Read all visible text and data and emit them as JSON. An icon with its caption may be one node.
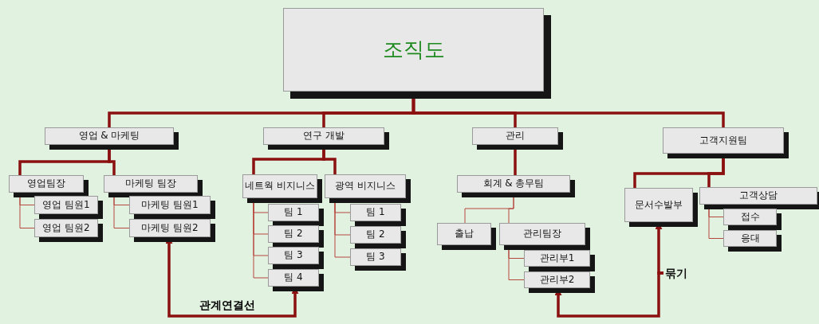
{
  "diagram": {
    "nodes": [
      {
        "text": [
          "조직도"
        ]
      },
      {
        "text": [
          "영업 & 마케팅"
        ]
      },
      {
        "text": [
          "연구 개발"
        ]
      },
      {
        "text": [
          "관리"
        ]
      },
      {
        "text": [
          "고객지원팀"
        ]
      },
      {
        "text": [
          "영업팀장"
        ]
      },
      {
        "text": [
          "마케팅 팀장"
        ]
      },
      {
        "text": [
          "영업 팀원1"
        ]
      },
      {
        "text": [
          "영업 팀원2"
        ]
      },
      {
        "text": [
          "마케팅 팀원1"
        ]
      },
      {
        "text": [
          "마케팅 팀원2"
        ]
      },
      {
        "text": [
          "네트웍 비지니스"
        ]
      },
      {
        "text": [
          "광역 비지니스"
        ]
      },
      {
        "text": [
          "팀 1"
        ]
      },
      {
        "text": [
          "팀 2"
        ]
      },
      {
        "text": [
          "팀 3"
        ]
      },
      {
        "text": [
          "팀 4"
        ]
      },
      {
        "text": [
          "팀 1"
        ]
      },
      {
        "text": [
          "팀 2"
        ]
      },
      {
        "text": [
          "팀 3"
        ]
      },
      {
        "text": [
          "회계 & 총무팀"
        ]
      },
      {
        "text": [
          "문서수발부"
        ]
      },
      {
        "text": [
          "고객상담"
        ]
      },
      {
        "text": [
          "출납"
        ]
      },
      {
        "text": [
          "관리팀장"
        ]
      },
      {
        "text": [
          "관리부1"
        ]
      },
      {
        "text": [
          "관리부2"
        ]
      },
      {
        "text": [
          "접수"
        ]
      },
      {
        "text": [
          "응대"
        ]
      },
      {
        "text": [
          "묶기"
        ]
      }
    ],
    "edges": [
      {
        "from": 0,
        "to": 1,
        "arrow": "none",
        "style": "thick",
        "color": "#8b1010"
      },
      {
        "from": 0,
        "to": 2,
        "arrow": "none",
        "style": "thick",
        "color": "#8b1010"
      },
      {
        "from": 0,
        "to": 3,
        "arrow": "none",
        "style": "thick",
        "color": "#8b1010"
      },
      {
        "from": 0,
        "to": 4,
        "arrow": "none",
        "style": "thick",
        "color": "#8b1010"
      },
      {
        "from": 1,
        "to": 5,
        "arrow": "other",
        "style": "thick",
        "color": "#8b1010"
      },
      {
        "from": 1,
        "to": 6,
        "arrow": "other",
        "style": "thick",
        "color": "#8b1010"
      },
      {
        "from": 2,
        "to": 11,
        "arrow": "other",
        "style": "thick",
        "color": "#8b1010"
      },
      {
        "from": 2,
        "to": 12,
        "arrow": "other",
        "style": "thick",
        "color": "#8b1010"
      },
      {
        "from": 3,
        "to": 20,
        "arrow": "other",
        "style": "thick",
        "color": "#8b1010"
      },
      {
        "from": 4,
        "to": 21,
        "arrow": "other",
        "style": "thick",
        "color": "#8b1010"
      },
      {
        "from": 4,
        "to": 22,
        "arrow": "other",
        "style": "thick",
        "color": "#8b1010"
      },
      {
        "from": 5,
        "to": 7,
        "arrow": "none"
      },
      {
        "from": 5,
        "to": 8,
        "arrow": "none"
      },
      {
        "from": 6,
        "to": 9,
        "arrow": "none"
      },
      {
        "from": 6,
        "to": 10,
        "arrow": "none"
      },
      {
        "from": 11,
        "to": 13,
        "arrow": "none"
      },
      {
        "from": 11,
        "to": 14,
        "arrow": "none"
      },
      {
        "from": 11,
        "to": 15,
        "arrow": "none"
      },
      {
        "from": 11,
        "to": 16,
        "arrow": "none"
      },
      {
        "from": 12,
        "to": 17,
        "arrow": "none"
      },
      {
        "from": 12,
        "to": 18,
        "arrow": "none"
      },
      {
        "from": 12,
        "to": 19,
        "arrow": "none"
      },
      {
        "from": 20,
        "to": 23,
        "arrow": "other"
      },
      {
        "from": 20,
        "to": 24,
        "arrow": "other"
      },
      {
        "from": 24,
        "to": 25,
        "arrow": "none"
      },
      {
        "from": 24,
        "to": 26,
        "arrow": "none"
      },
      {
        "from": 22,
        "to": 27,
        "arrow": "none"
      },
      {
        "from": 22,
        "to": 28,
        "arrow": "none"
      },
      {
        "from": 10,
        "to": 16,
        "arrow": "both",
        "label": "관계연결선",
        "style": "thick",
        "color": "#8b1010"
      },
      {
        "from": 29,
        "to": 21,
        "arrow": "to",
        "style": "thick",
        "color": "#8b1010"
      },
      {
        "from": 29,
        "to": 26,
        "arrow": "to",
        "style": "thick",
        "color": "#8b1010"
      }
    ]
  }
}
